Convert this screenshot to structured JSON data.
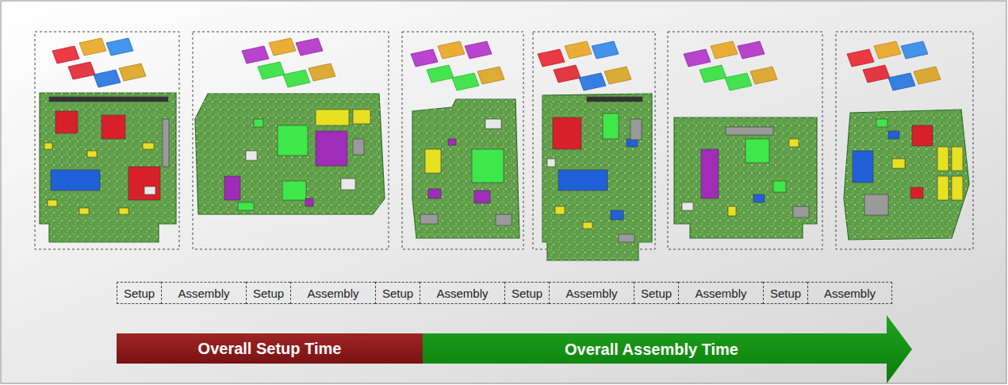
{
  "diagram": {
    "nodes": [
      {
        "text": [
          "Setup"
        ]
      },
      {
        "text": [
          "Assembly"
        ]
      },
      {
        "text": [
          "Setup"
        ]
      },
      {
        "text": [
          "Assembly"
        ]
      },
      {
        "text": [
          "Setup"
        ]
      },
      {
        "text": [
          "Assembly"
        ]
      },
      {
        "text": [
          "Setup"
        ]
      },
      {
        "text": [
          "Assembly"
        ]
      },
      {
        "text": [
          "Setup"
        ]
      },
      {
        "text": [
          "Assembly"
        ]
      },
      {
        "text": [
          "Setup"
        ]
      },
      {
        "text": [
          "Assembly"
        ]
      },
      {
        "text": [
          "Overall Setup Time"
        ]
      },
      {
        "text": [
          "Overall Assembly Time"
        ]
      }
    ]
  }
}
